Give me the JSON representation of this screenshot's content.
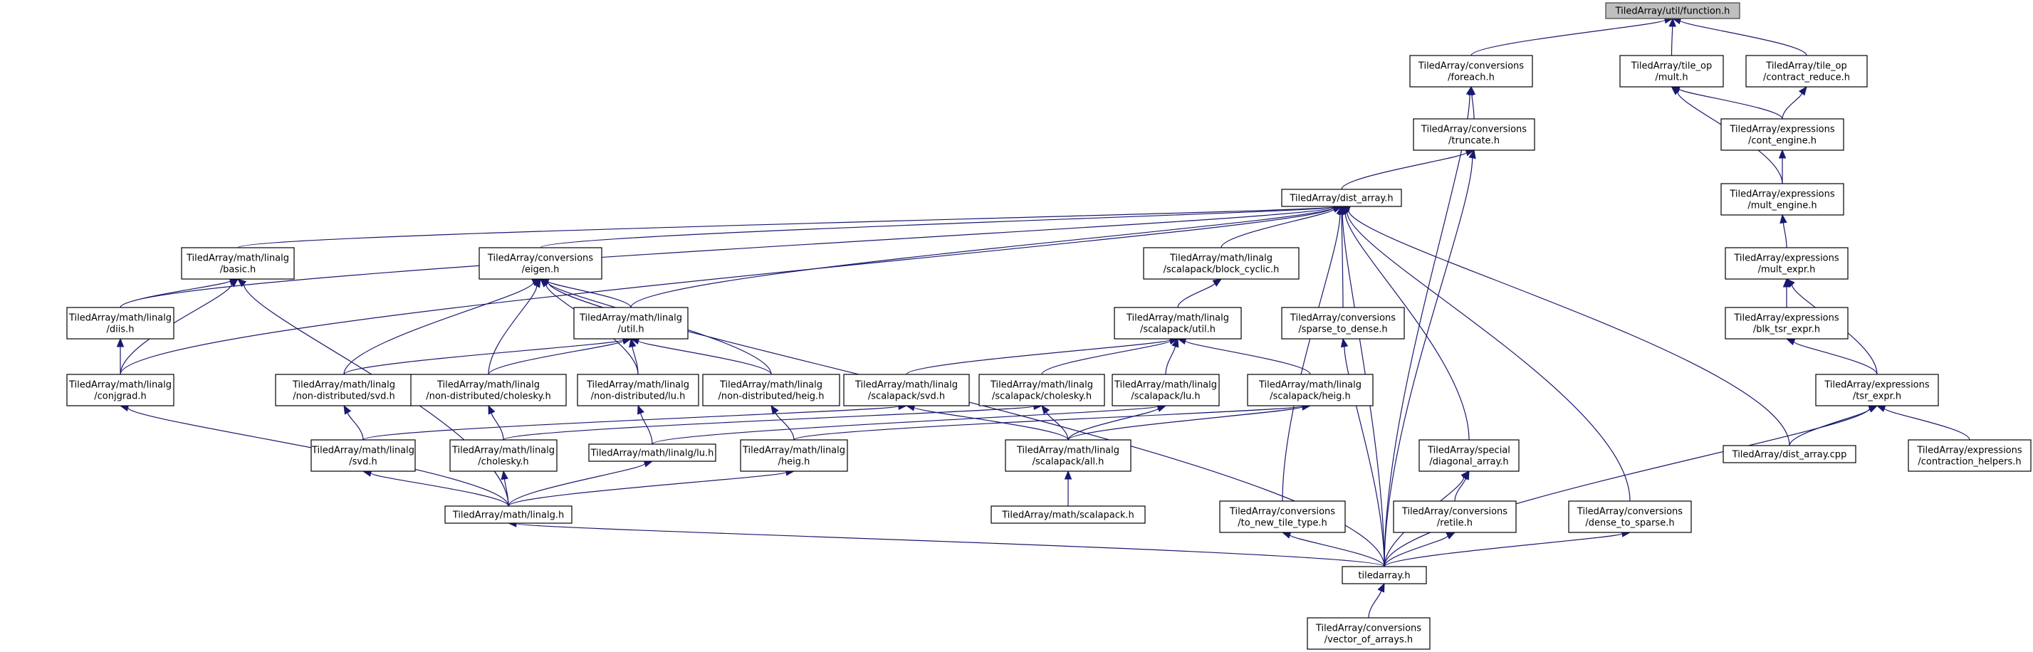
{
  "graph": {
    "nodes": [
      {
        "id": "n0",
        "lines": [
          "TiledArray/util/function.h"
        ],
        "root": true
      },
      {
        "id": "n1",
        "lines": [
          "TiledArray/conversions",
          "/foreach.h"
        ]
      },
      {
        "id": "n2",
        "lines": [
          "TiledArray/tile_op",
          "/mult.h"
        ]
      },
      {
        "id": "n3",
        "lines": [
          "TiledArray/tile_op",
          "/contract_reduce.h"
        ]
      },
      {
        "id": "n4",
        "lines": [
          "TiledArray/conversions",
          "/truncate.h"
        ]
      },
      {
        "id": "n5",
        "lines": [
          "TiledArray/expressions",
          "/cont_engine.h"
        ]
      },
      {
        "id": "n6",
        "lines": [
          "TiledArray/dist_array.h"
        ]
      },
      {
        "id": "n7",
        "lines": [
          "TiledArray/expressions",
          "/mult_engine.h"
        ]
      },
      {
        "id": "n8",
        "lines": [
          "TiledArray/math/linalg",
          "/basic.h"
        ]
      },
      {
        "id": "n9",
        "lines": [
          "TiledArray/conversions",
          "/eigen.h"
        ]
      },
      {
        "id": "n10",
        "lines": [
          "TiledArray/math/linalg",
          "/scalapack/block_cyclic.h"
        ]
      },
      {
        "id": "n11",
        "lines": [
          "TiledArray/expressions",
          "/mult_expr.h"
        ]
      },
      {
        "id": "n12",
        "lines": [
          "TiledArray/math/linalg",
          "/diis.h"
        ]
      },
      {
        "id": "n13",
        "lines": [
          "TiledArray/math/linalg",
          "/util.h"
        ]
      },
      {
        "id": "n14",
        "lines": [
          "TiledArray/math/linalg",
          "/scalapack/util.h"
        ]
      },
      {
        "id": "n15",
        "lines": [
          "TiledArray/conversions",
          "/sparse_to_dense.h"
        ]
      },
      {
        "id": "n16",
        "lines": [
          "TiledArray/expressions",
          "/blk_tsr_expr.h"
        ]
      },
      {
        "id": "n17",
        "lines": [
          "TiledArray/math/linalg",
          "/conjgrad.h"
        ]
      },
      {
        "id": "n18",
        "lines": [
          "TiledArray/math/linalg",
          "/non-distributed/svd.h"
        ]
      },
      {
        "id": "n19",
        "lines": [
          "TiledArray/math/linalg",
          "/non-distributed/cholesky.h"
        ]
      },
      {
        "id": "n20",
        "lines": [
          "TiledArray/math/linalg",
          "/non-distributed/lu.h"
        ]
      },
      {
        "id": "n21",
        "lines": [
          "TiledArray/math/linalg",
          "/non-distributed/heig.h"
        ]
      },
      {
        "id": "n22",
        "lines": [
          "TiledArray/math/linalg",
          "/scalapack/svd.h"
        ]
      },
      {
        "id": "n23",
        "lines": [
          "TiledArray/math/linalg",
          "/scalapack/cholesky.h"
        ]
      },
      {
        "id": "n24",
        "lines": [
          "TiledArray/math/linalg",
          "/scalapack/lu.h"
        ]
      },
      {
        "id": "n25",
        "lines": [
          "TiledArray/math/linalg",
          "/scalapack/heig.h"
        ]
      },
      {
        "id": "n26",
        "lines": [
          "TiledArray/expressions",
          "/tsr_expr.h"
        ]
      },
      {
        "id": "n27",
        "lines": [
          "TiledArray/math/linalg",
          "/svd.h"
        ]
      },
      {
        "id": "n28",
        "lines": [
          "TiledArray/math/linalg",
          "/cholesky.h"
        ]
      },
      {
        "id": "n29",
        "lines": [
          "TiledArray/math/linalg/lu.h"
        ]
      },
      {
        "id": "n30",
        "lines": [
          "TiledArray/math/linalg",
          "/heig.h"
        ]
      },
      {
        "id": "n31",
        "lines": [
          "TiledArray/math/linalg",
          "/scalapack/all.h"
        ]
      },
      {
        "id": "n32",
        "lines": [
          "TiledArray/special",
          "/diagonal_array.h"
        ]
      },
      {
        "id": "n33",
        "lines": [
          "TiledArray/dist_array.cpp"
        ]
      },
      {
        "id": "n34",
        "lines": [
          "TiledArray/expressions",
          "/contraction_helpers.h"
        ]
      },
      {
        "id": "n35",
        "lines": [
          "TiledArray/math/linalg.h"
        ]
      },
      {
        "id": "n36",
        "lines": [
          "TiledArray/math/scalapack.h"
        ]
      },
      {
        "id": "n37",
        "lines": [
          "TiledArray/conversions",
          "/to_new_tile_type.h"
        ]
      },
      {
        "id": "n38",
        "lines": [
          "TiledArray/conversions",
          "/retile.h"
        ]
      },
      {
        "id": "n39",
        "lines": [
          "TiledArray/conversions",
          "/dense_to_sparse.h"
        ]
      },
      {
        "id": "n40",
        "lines": [
          "tiledarray.h"
        ]
      },
      {
        "id": "n41",
        "lines": [
          "TiledArray/conversions",
          "/vector_of_arrays.h"
        ]
      }
    ],
    "edges": [
      [
        "n1",
        "n0"
      ],
      [
        "n2",
        "n0"
      ],
      [
        "n3",
        "n0"
      ],
      [
        "n4",
        "n1"
      ],
      [
        "n40",
        "n1"
      ],
      [
        "n5",
        "n2"
      ],
      [
        "n7",
        "n2"
      ],
      [
        "n5",
        "n3"
      ],
      [
        "n6",
        "n4"
      ],
      [
        "n40",
        "n4"
      ],
      [
        "n7",
        "n5"
      ],
      [
        "n8",
        "n6"
      ],
      [
        "n9",
        "n6"
      ],
      [
        "n10",
        "n6"
      ],
      [
        "n12",
        "n6"
      ],
      [
        "n13",
        "n6"
      ],
      [
        "n15",
        "n6"
      ],
      [
        "n17",
        "n6"
      ],
      [
        "n32",
        "n6"
      ],
      [
        "n33",
        "n6"
      ],
      [
        "n37",
        "n6"
      ],
      [
        "n39",
        "n6"
      ],
      [
        "n40",
        "n6"
      ],
      [
        "n11",
        "n7"
      ],
      [
        "n12",
        "n8"
      ],
      [
        "n17",
        "n8"
      ],
      [
        "n35",
        "n8"
      ],
      [
        "n13",
        "n9"
      ],
      [
        "n18",
        "n9"
      ],
      [
        "n19",
        "n9"
      ],
      [
        "n20",
        "n9"
      ],
      [
        "n21",
        "n9"
      ],
      [
        "n40",
        "n9"
      ],
      [
        "n14",
        "n10"
      ],
      [
        "n16",
        "n11"
      ],
      [
        "n26",
        "n11"
      ],
      [
        "n17",
        "n12"
      ],
      [
        "n18",
        "n13"
      ],
      [
        "n19",
        "n13"
      ],
      [
        "n20",
        "n13"
      ],
      [
        "n21",
        "n13"
      ],
      [
        "n22",
        "n14"
      ],
      [
        "n23",
        "n14"
      ],
      [
        "n24",
        "n14"
      ],
      [
        "n25",
        "n14"
      ],
      [
        "n40",
        "n15"
      ],
      [
        "n26",
        "n16"
      ],
      [
        "n35",
        "n17"
      ],
      [
        "n27",
        "n18"
      ],
      [
        "n28",
        "n19"
      ],
      [
        "n29",
        "n20"
      ],
      [
        "n30",
        "n21"
      ],
      [
        "n27",
        "n22"
      ],
      [
        "n31",
        "n22"
      ],
      [
        "n28",
        "n23"
      ],
      [
        "n31",
        "n23"
      ],
      [
        "n29",
        "n24"
      ],
      [
        "n31",
        "n24"
      ],
      [
        "n30",
        "n25"
      ],
      [
        "n31",
        "n25"
      ],
      [
        "n33",
        "n26"
      ],
      [
        "n34",
        "n26"
      ],
      [
        "n40",
        "n26"
      ],
      [
        "n35",
        "n27"
      ],
      [
        "n35",
        "n28"
      ],
      [
        "n35",
        "n29"
      ],
      [
        "n35",
        "n30"
      ],
      [
        "n36",
        "n31"
      ],
      [
        "n38",
        "n32"
      ],
      [
        "n40",
        "n32"
      ],
      [
        "n40",
        "n35"
      ],
      [
        "n40",
        "n37"
      ],
      [
        "n40",
        "n38"
      ],
      [
        "n40",
        "n39"
      ],
      [
        "n41",
        "n40"
      ]
    ]
  }
}
